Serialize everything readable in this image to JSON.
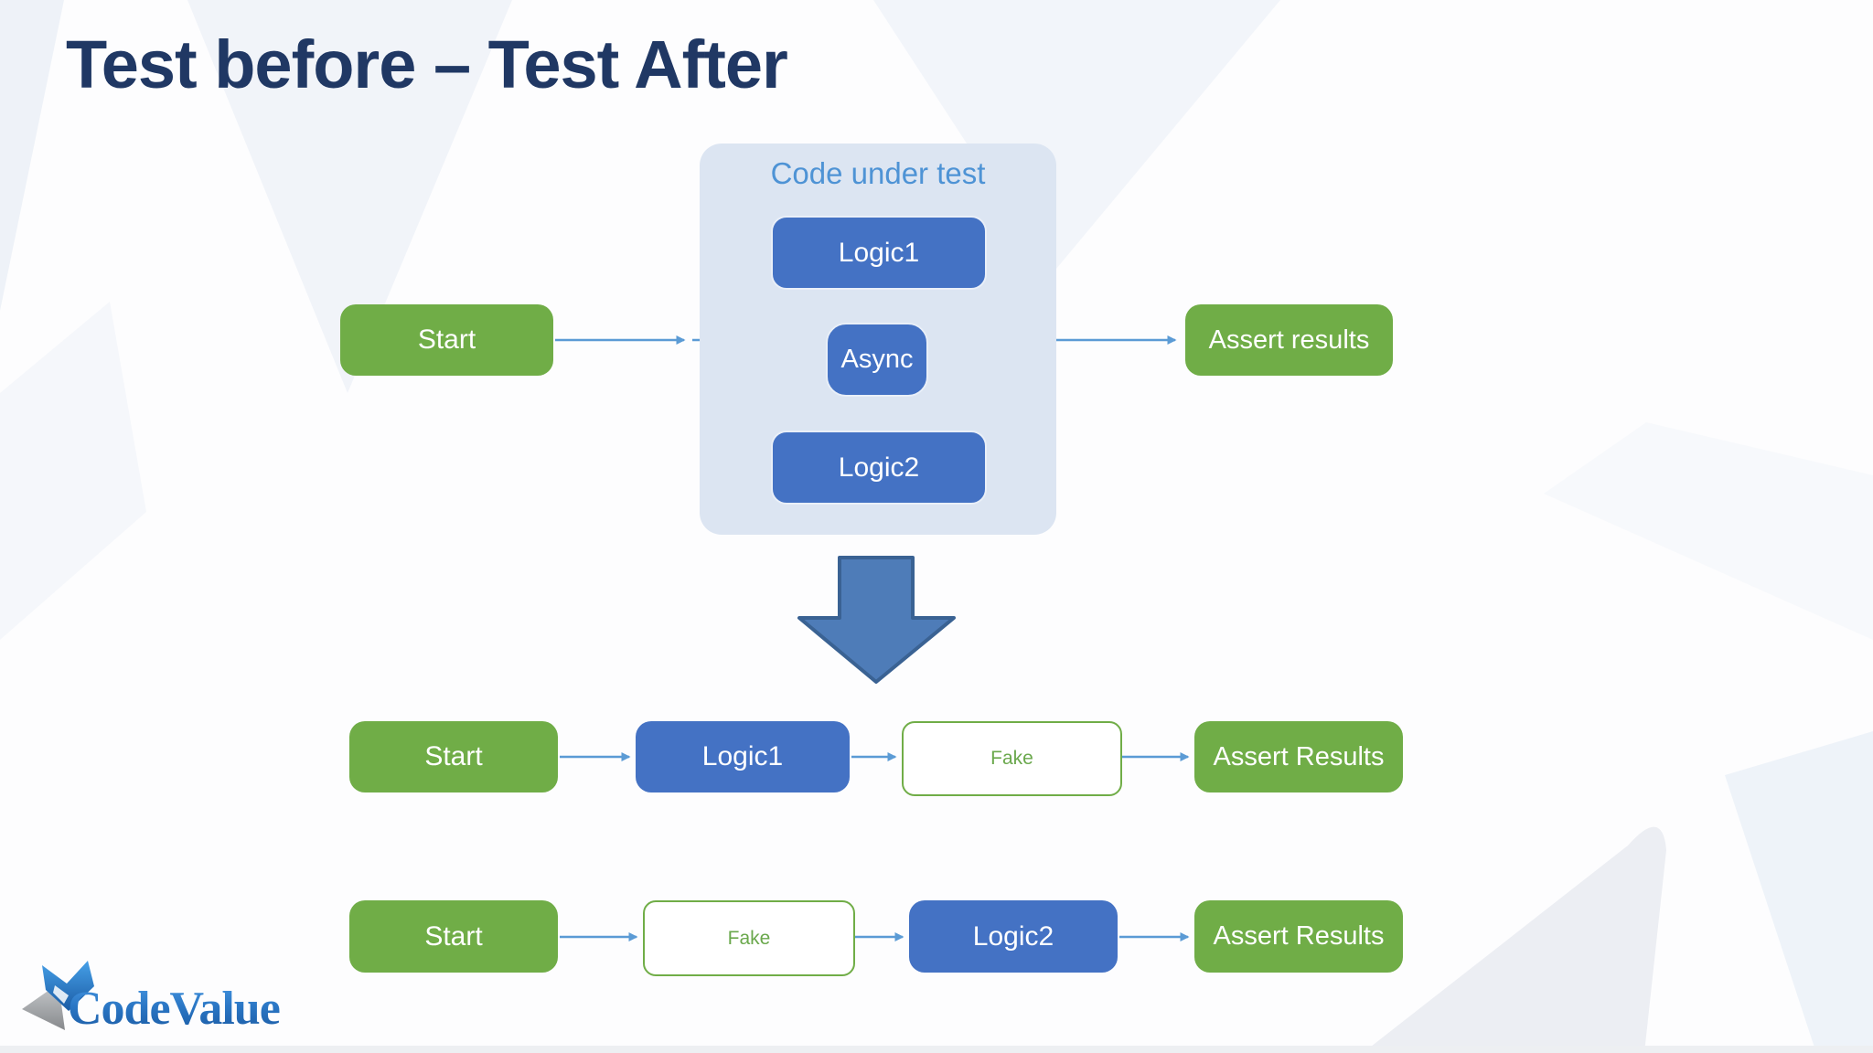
{
  "title": "Test before – Test After",
  "top_flow": {
    "container_label": "Code under test",
    "start": "Start",
    "logic1": "Logic1",
    "async": "Async",
    "logic2": "Logic2",
    "assert": "Assert results"
  },
  "row1": {
    "start": "Start",
    "logic1": "Logic1",
    "fake": "Fake",
    "assert": "Assert Results"
  },
  "row2": {
    "start": "Start",
    "fake": "Fake",
    "logic2": "Logic2",
    "assert": "Assert Results"
  },
  "logo": {
    "text": "CodeValue"
  },
  "colors": {
    "title": "#203864",
    "green": "#70AD47",
    "blue": "#4472C4",
    "container_fill": "#DCE5F2",
    "container_label": "#4E93D5",
    "connector": "#5B9BD5",
    "fake_green": "#70AD47",
    "arrow_fill": "#4E7CB8",
    "arrow_stroke": "#3A6293",
    "logo_blue": "#2A76C4"
  }
}
